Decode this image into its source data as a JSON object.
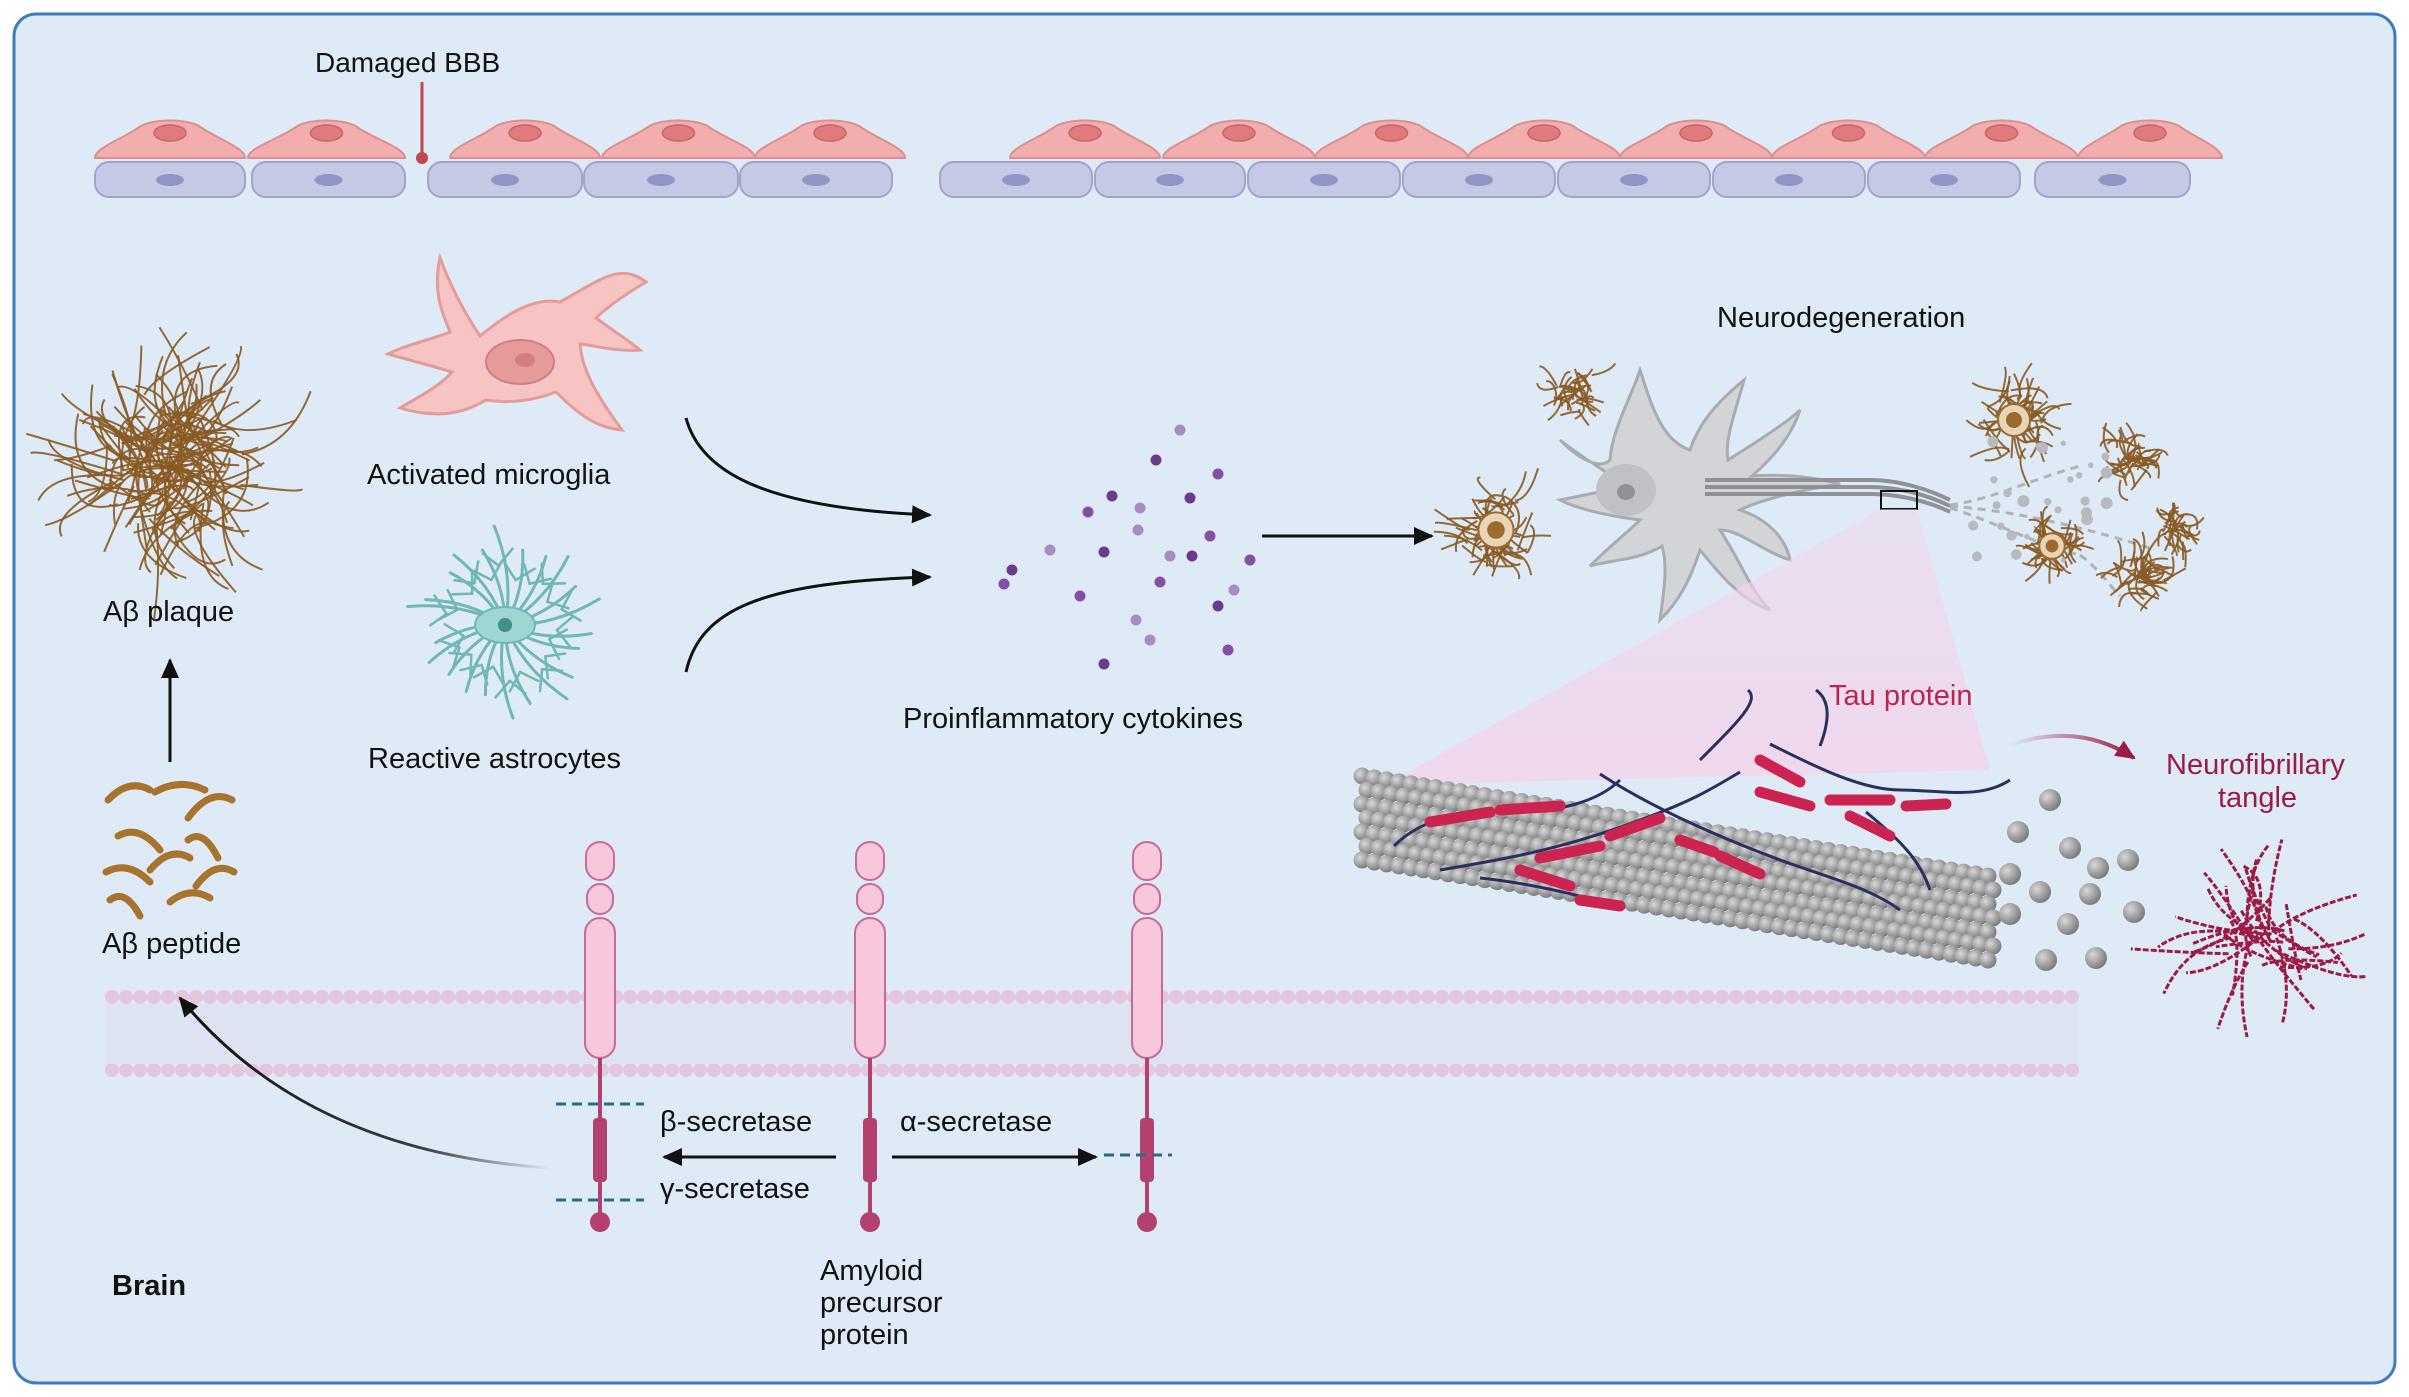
{
  "labels": {
    "damaged_bbb": "Damaged BBB",
    "activated_microglia": "Activated microglia",
    "reactive_astrocytes": "Reactive astrocytes",
    "proinflammatory_cytokines": "Proinflammatory cytokines",
    "neurodegeneration": "Neurodegeneration",
    "ab_plaque": "Aβ plaque",
    "ab_peptide": "Aβ peptide",
    "tau_protein": "Tau protein",
    "neurofibrillary_tangle_line1": "Neurofibrillary",
    "neurofibrillary_tangle_line2": "tangle",
    "beta_secretase": "β-secretase",
    "gamma_secretase": "γ-secretase",
    "alpha_secretase": "α-secretase",
    "app_line1": "Amyloid",
    "app_line2": "precursor",
    "app_line3": "protein",
    "brain": "Brain"
  },
  "colors": {
    "panel_bg": "#deebf7",
    "panel_border": "#3d7cc0",
    "endothelial_top": "#f2aeae",
    "endothelial_bottom": "#c5c9e6",
    "microglia": "#f6c4c2",
    "astrocyte": "#7fc4c2",
    "cytokine": "#6b3a8a",
    "neuron": "#c8c9cc",
    "plaque": "#9a6a2e",
    "tau": "#b7264f",
    "app": "#f7c7dc",
    "app_stalk": "#b3406f",
    "membrane": "#e4c6de",
    "tangle_label": "#9b1b45"
  }
}
